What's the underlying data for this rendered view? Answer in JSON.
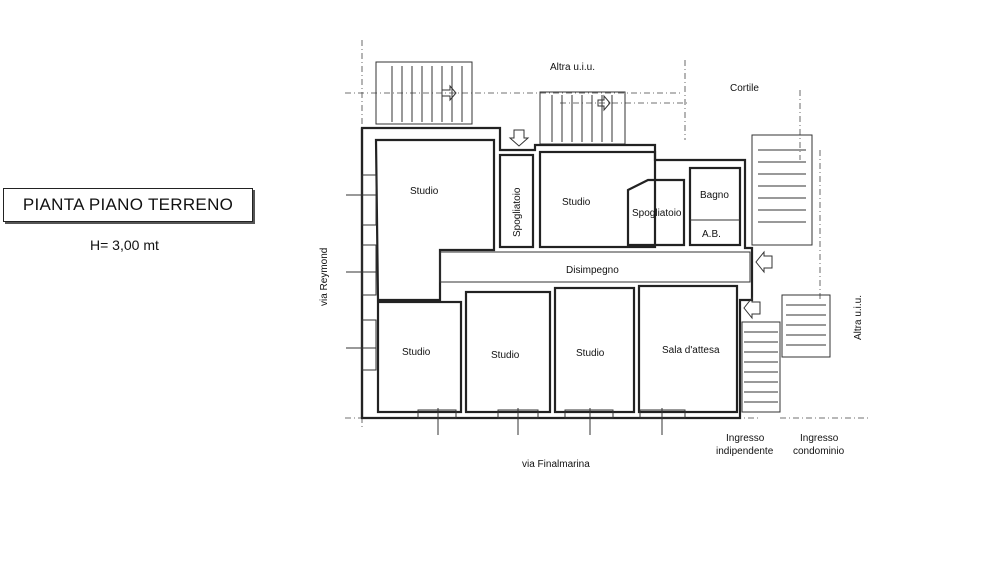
{
  "title": "PIANTA PIANO TERRENO",
  "height_note": "H= 3,00 mt",
  "rooms": {
    "studio_1": "Studio",
    "spogliatoio_1": "Spogliatoio",
    "studio_2": "Studio",
    "spogliatoio_2": "Spogliatoio",
    "bagno": "Bagno",
    "ab": "A.B.",
    "disimpegno": "Disimpegno",
    "studio_3": "Studio",
    "studio_4": "Studio",
    "studio_5": "Studio",
    "sala_attesa": "Sala d'attesa"
  },
  "surroundings": {
    "altra_uiu_top": "Altra u.i.u.",
    "cortile": "Cortile",
    "altra_uiu_right": "Altra u.i.u.",
    "via_reymond": "via Reymond",
    "via_finalmarina": "via Finalmarina",
    "ingresso_indipendente_1": "Ingresso",
    "ingresso_indipendente_2": "indipendente",
    "ingresso_condominio_1": "Ingresso",
    "ingresso_condominio_2": "condominio"
  }
}
